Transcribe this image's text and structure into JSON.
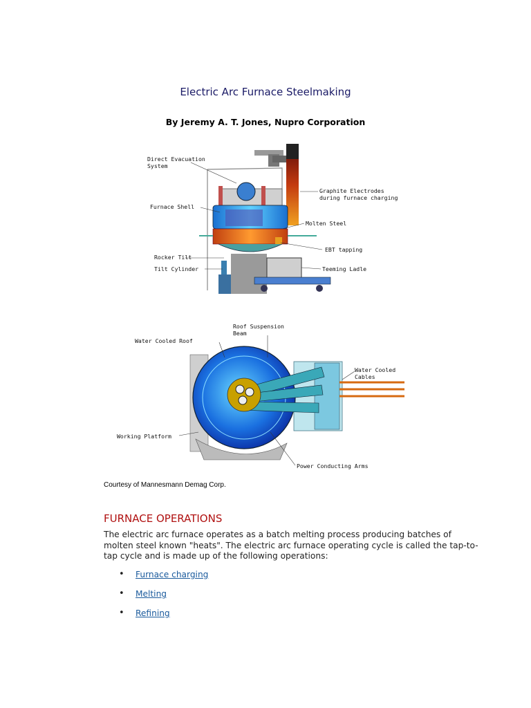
{
  "header": {
    "title": "Electric Arc Furnace Steelmaking",
    "byline": "By Jeremy A. T. Jones, Nupro Corporation"
  },
  "figure_side": {
    "labels": {
      "direct_evacuation_1": "Direct Evacuation",
      "direct_evacuation_2": "System",
      "furnace_shell": "Furnace Shell",
      "rocker_tilt": "Rocker Tilt",
      "tilt_cylinder": "Tilt Cylinder",
      "graphite_1": "Graphite Electrodes",
      "graphite_2": "during furnace charging",
      "molten_steel": "Molten Steel",
      "ebt_tapping": "EBT tapping",
      "teeming_ladle": "Teeming Ladle"
    }
  },
  "figure_top": {
    "labels": {
      "roof_suspension_1": "Roof Suspension",
      "roof_suspension_2": "Beam",
      "water_cooled_roof": "Water Cooled Roof",
      "water_cooled_cables_1": "Water Cooled",
      "water_cooled_cables_2": "Cables",
      "working_platform": "Working Platform",
      "power_conducting_arms": "Power Conducting Arms"
    }
  },
  "courtesy": "Courtesy of Mannesmann Demag Corp.",
  "section": {
    "heading": "FURNACE OPERATIONS",
    "intro": "The electric arc furnace operates as a batch melting process producing batches of molten steel known \"heats\". The electric arc furnace operating cycle is called the tap-to-tap cycle and is made up of the following operations:",
    "operations": [
      "Furnace charging",
      "Melting",
      "Refining"
    ]
  },
  "colors": {
    "title": "#1a1a66",
    "heading": "#b01010",
    "link": "#1a5a9c"
  }
}
